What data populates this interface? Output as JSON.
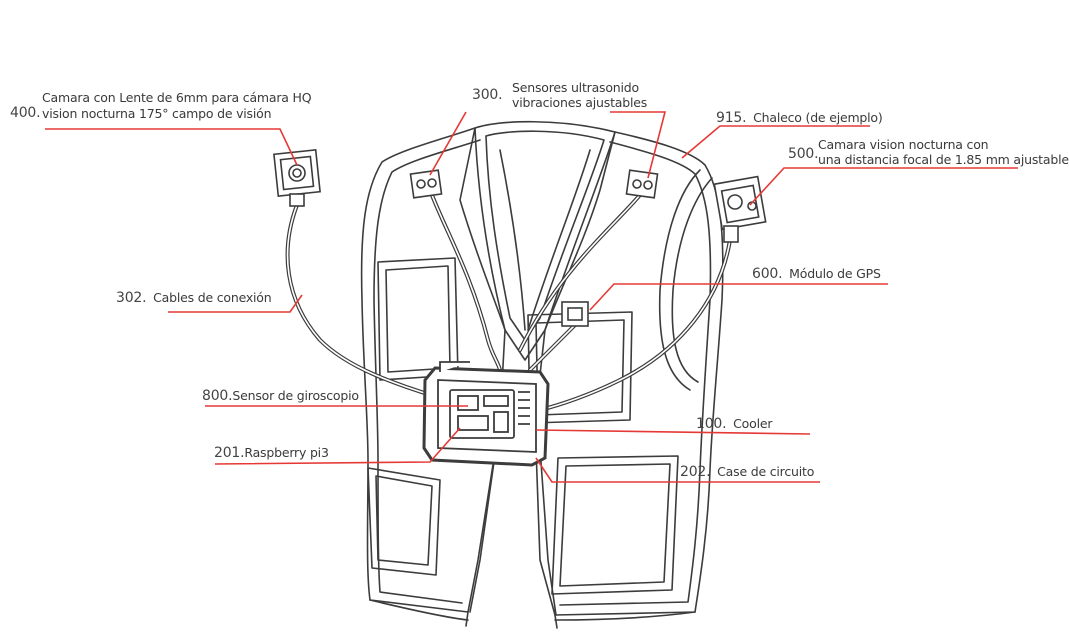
{
  "colors": {
    "background": "#ffffff",
    "vest_outline": "#3c3c3c",
    "leader_line": "#e53935",
    "label_text": "#3a3a3a"
  },
  "labels": {
    "camera_hq": {
      "number": "400.",
      "line1": "Camara con Lente de 6mm para cámara HQ",
      "line2": "vision nocturna 175° campo de visión"
    },
    "sensors": {
      "number": "300.",
      "line1": "Sensores ultrasonido",
      "line2": "vibraciones ajustables"
    },
    "vest": {
      "number": "915.",
      "line1": "Chaleco (de ejemplo)"
    },
    "camera_night": {
      "number": "500.",
      "line1": "Camara vision nocturna con",
      "line2": "una distancia focal de 1.85 mm ajustable"
    },
    "cables": {
      "number": "302.",
      "line1": "Cables de conexión"
    },
    "gps": {
      "number": "600.",
      "line1": "Módulo de GPS"
    },
    "gyro": {
      "number": "800.",
      "line1": "Sensor de giroscopio"
    },
    "cooler": {
      "number": "100.",
      "line1": "Cooler"
    },
    "raspberry": {
      "number": "201.",
      "line1": "Raspberry pi3"
    },
    "case": {
      "number": "202.",
      "line1": "Case de circuito"
    }
  }
}
